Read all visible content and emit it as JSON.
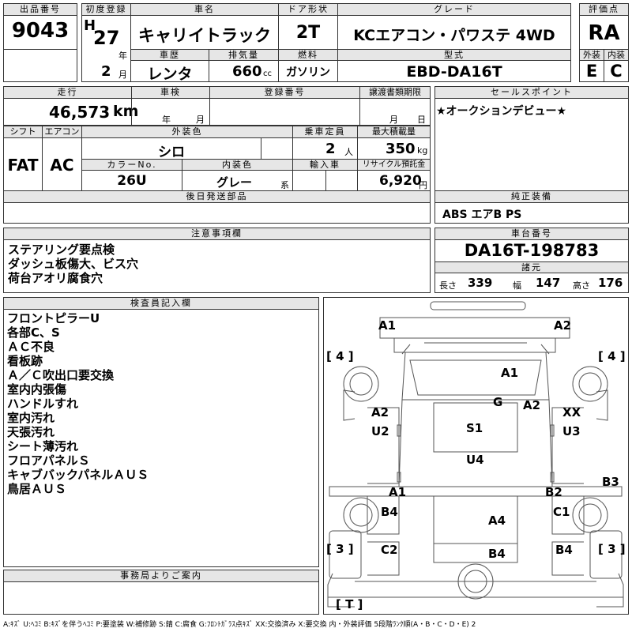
{
  "header": {
    "lot_no": {
      "label": "出品番号",
      "value": "9043"
    },
    "first_reg": {
      "label": "初度登録",
      "era": "H",
      "year": "27",
      "year_unit": "年",
      "month": "2",
      "month_unit": "月"
    },
    "car_name": {
      "label": "車名",
      "value": "キャリイトラック"
    },
    "door": {
      "label": "ドア形状",
      "value": "2T"
    },
    "grade": {
      "label": "グレード",
      "value": "KCエアコン・パワステ 4WD"
    },
    "score": {
      "label": "評価点",
      "value": "RA"
    },
    "history": {
      "label": "車歴",
      "value": "レンタ"
    },
    "displacement": {
      "label": "排気量",
      "value": "660",
      "unit": "cc"
    },
    "fuel": {
      "label": "燃料",
      "value": "ガソリン"
    },
    "model": {
      "label": "型式",
      "value": "EBD-DA16T"
    },
    "exterior": {
      "label": "外装",
      "value": "E"
    },
    "interior": {
      "label": "内装",
      "value": "C"
    }
  },
  "row2": {
    "mileage": {
      "label": "走行",
      "value": "46,573",
      "unit": "km"
    },
    "inspection": {
      "label": "車検",
      "year_unit": "年",
      "month_unit": "月"
    },
    "reg_no": {
      "label": "登録番号"
    },
    "transfer": {
      "label": "譲渡書類期限",
      "month_unit": "月",
      "day_unit": "日"
    },
    "sales_point": {
      "label": "セールスポイント",
      "value": "★オークションデビュー★"
    }
  },
  "row3": {
    "shift": {
      "label": "シフト",
      "value": "FAT"
    },
    "ac": {
      "label": "エアコン",
      "value": "AC"
    },
    "ext_color": {
      "label": "外装色",
      "value": "シロ"
    },
    "capacity": {
      "label": "乗車定員",
      "value": "2",
      "unit": "人"
    },
    "max_load": {
      "label": "最大積載量",
      "value": "350",
      "unit": "kg"
    },
    "color_no": {
      "label": "カラーNo.",
      "value": "26U"
    },
    "int_color": {
      "label": "内装色",
      "value": "グレー",
      "suffix": "系"
    },
    "import": {
      "label": "輸入車"
    },
    "recycle": {
      "label": "リサイクル預託金",
      "value": "6,920",
      "unit": "円"
    }
  },
  "later_parts": {
    "label": "後日発送部品"
  },
  "equipment": {
    "label": "純正装備",
    "value": "ABS エアB PS"
  },
  "cautions": {
    "label": "注意事項欄",
    "lines": [
      "ステアリング要点検",
      "ダッシュ板傷大、ビス穴",
      "荷台アオリ腐食穴"
    ]
  },
  "chassis": {
    "label": "車台番号",
    "value": "DA16T-198783"
  },
  "dims": {
    "label": "諸元",
    "length_label": "長さ",
    "length": "339",
    "width_label": "幅",
    "width": "147",
    "height_label": "高さ",
    "height": "176"
  },
  "inspector": {
    "label": "検査員記入欄",
    "lines": [
      "フロントピラーU",
      "各部C、S",
      "ＡＣ不良",
      "看板跡",
      "Ａ／Ｃ吹出口要交換",
      "室内内張傷",
      "ハンドルすれ",
      "室内汚れ",
      "天張汚れ",
      "シート薄汚れ",
      "フロアパネルＳ",
      "キャブバックパネルＡＵＳ",
      "鳥居ＡＵＳ"
    ]
  },
  "office": {
    "label": "事務局よりご案内"
  },
  "diagram": {
    "codes": [
      {
        "id": "a1-fl",
        "text": "A1"
      },
      {
        "id": "a2-fr",
        "text": "A2"
      },
      {
        "id": "a1-roof",
        "text": "A1"
      },
      {
        "id": "g-glass",
        "text": "G"
      },
      {
        "id": "a2-pillar",
        "text": "A2"
      },
      {
        "id": "xx-door",
        "text": "XX"
      },
      {
        "id": "a2-door",
        "text": "A2"
      },
      {
        "id": "u2-door",
        "text": "U2"
      },
      {
        "id": "u3-door",
        "text": "U3"
      },
      {
        "id": "s1-floor",
        "text": "S1"
      },
      {
        "id": "u4-bed",
        "text": "U4"
      },
      {
        "id": "a1-sill",
        "text": "A1"
      },
      {
        "id": "b2-sill",
        "text": "B2"
      },
      {
        "id": "b3-side",
        "text": "B3"
      },
      {
        "id": "b4-lside",
        "text": "B4"
      },
      {
        "id": "c1-rside",
        "text": "C1"
      },
      {
        "id": "a4-bed",
        "text": "A4"
      },
      {
        "id": "c2-lrear",
        "text": "C2"
      },
      {
        "id": "b4-rrear",
        "text": "B4"
      },
      {
        "id": "b4-tail",
        "text": "B4"
      }
    ],
    "tire_labels": [
      "[ 4 ]",
      "[ 4 ]",
      "[ 3 ]",
      "[ 3 ]",
      "[ T ]"
    ]
  },
  "legend": "A:ｷｽﾞ U:ﾍｺﾐ B:ｷｽﾞを伴うﾍｺﾐ P:要塗装 W:補修跡 S:錆 C:腐食 G:ﾌﾛﾝﾄｶﾞﾗｽ点ｷｽﾞ XX:交換済み X:要交換 内・外装評価 5段階ﾗﾝｸ順(A・B・C・D・E) 2"
}
